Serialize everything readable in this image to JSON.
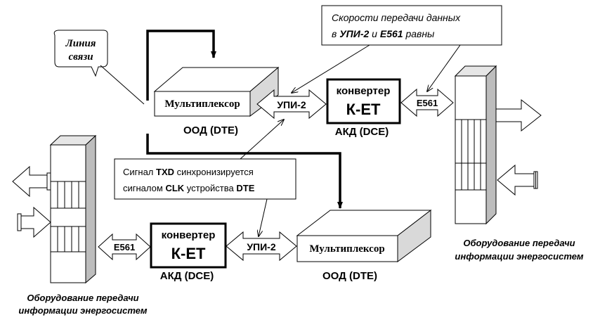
{
  "callouts": {
    "line_label": [
      "Линия",
      "связи"
    ],
    "speed_note": [
      [
        {
          "t": "Скорости передачи данных",
          "b": false
        }
      ],
      [
        {
          "t": "в ",
          "b": false
        },
        {
          "t": "УПИ-2",
          "b": true
        },
        {
          "t": " и ",
          "b": false
        },
        {
          "t": "E561",
          "b": true
        },
        {
          "t": " равны",
          "b": false
        }
      ]
    ],
    "sync_note": [
      [
        {
          "t": "Сигнал ",
          "b": false
        },
        {
          "t": "TXD",
          "b": true
        },
        {
          "t": " синхронизируется",
          "b": false
        }
      ],
      [
        {
          "t": "сигналом ",
          "b": false
        },
        {
          "t": "CLK",
          "b": true
        },
        {
          "t": "  устройства ",
          "b": false
        },
        {
          "t": "DTE",
          "b": true
        }
      ]
    ]
  },
  "top_chain": {
    "multiplexer_label": "Мультиплексор",
    "dte_caption": "ООД (DTE)",
    "interface_arrow": "УПИ-2",
    "converter_line1": "конвертер",
    "converter_line2": "К-ЕТ",
    "dce_caption": "АКД (DCE)",
    "link_arrow": "E561"
  },
  "bottom_chain": {
    "link_arrow": "E561",
    "converter_line1": "конвертер",
    "converter_line2": "К-ЕТ",
    "dce_caption": "АКД (DCE)",
    "interface_arrow": "УПИ-2",
    "multiplexer_label": "Мультиплексор",
    "dte_caption": "ООД (DTE)"
  },
  "equipment": {
    "right_caption": [
      "Оборудование передачи",
      "информации энергосистем"
    ],
    "left_caption": [
      "Оборудование передачи",
      "информации энергосистем"
    ]
  }
}
